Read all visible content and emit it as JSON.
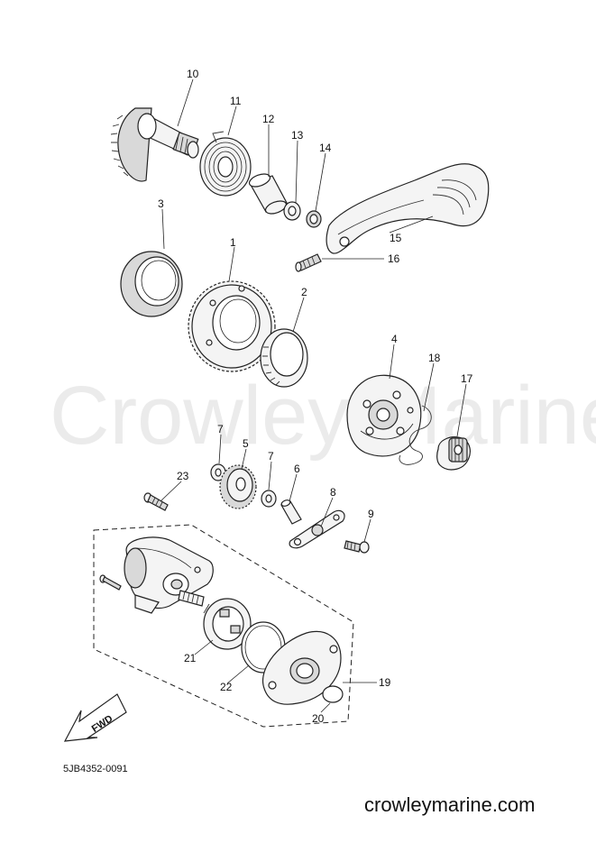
{
  "watermark": "Crowley Marine",
  "drawing_code": "5JB4352-0091",
  "site": "crowleymarine.com",
  "fwd_label": "FWD",
  "callouts": {
    "p1": "1",
    "p2": "2",
    "p3": "3",
    "p4": "4",
    "p5": "5",
    "p6": "6",
    "p7a": "7",
    "p7b": "7",
    "p8": "8",
    "p9": "9",
    "p10": "10",
    "p11": "11",
    "p12": "12",
    "p13": "13",
    "p14": "14",
    "p15": "15",
    "p16": "16",
    "p17": "17",
    "p18": "18",
    "p19": "19",
    "p20": "20",
    "p21": "21",
    "p22": "22",
    "p23": "23"
  }
}
